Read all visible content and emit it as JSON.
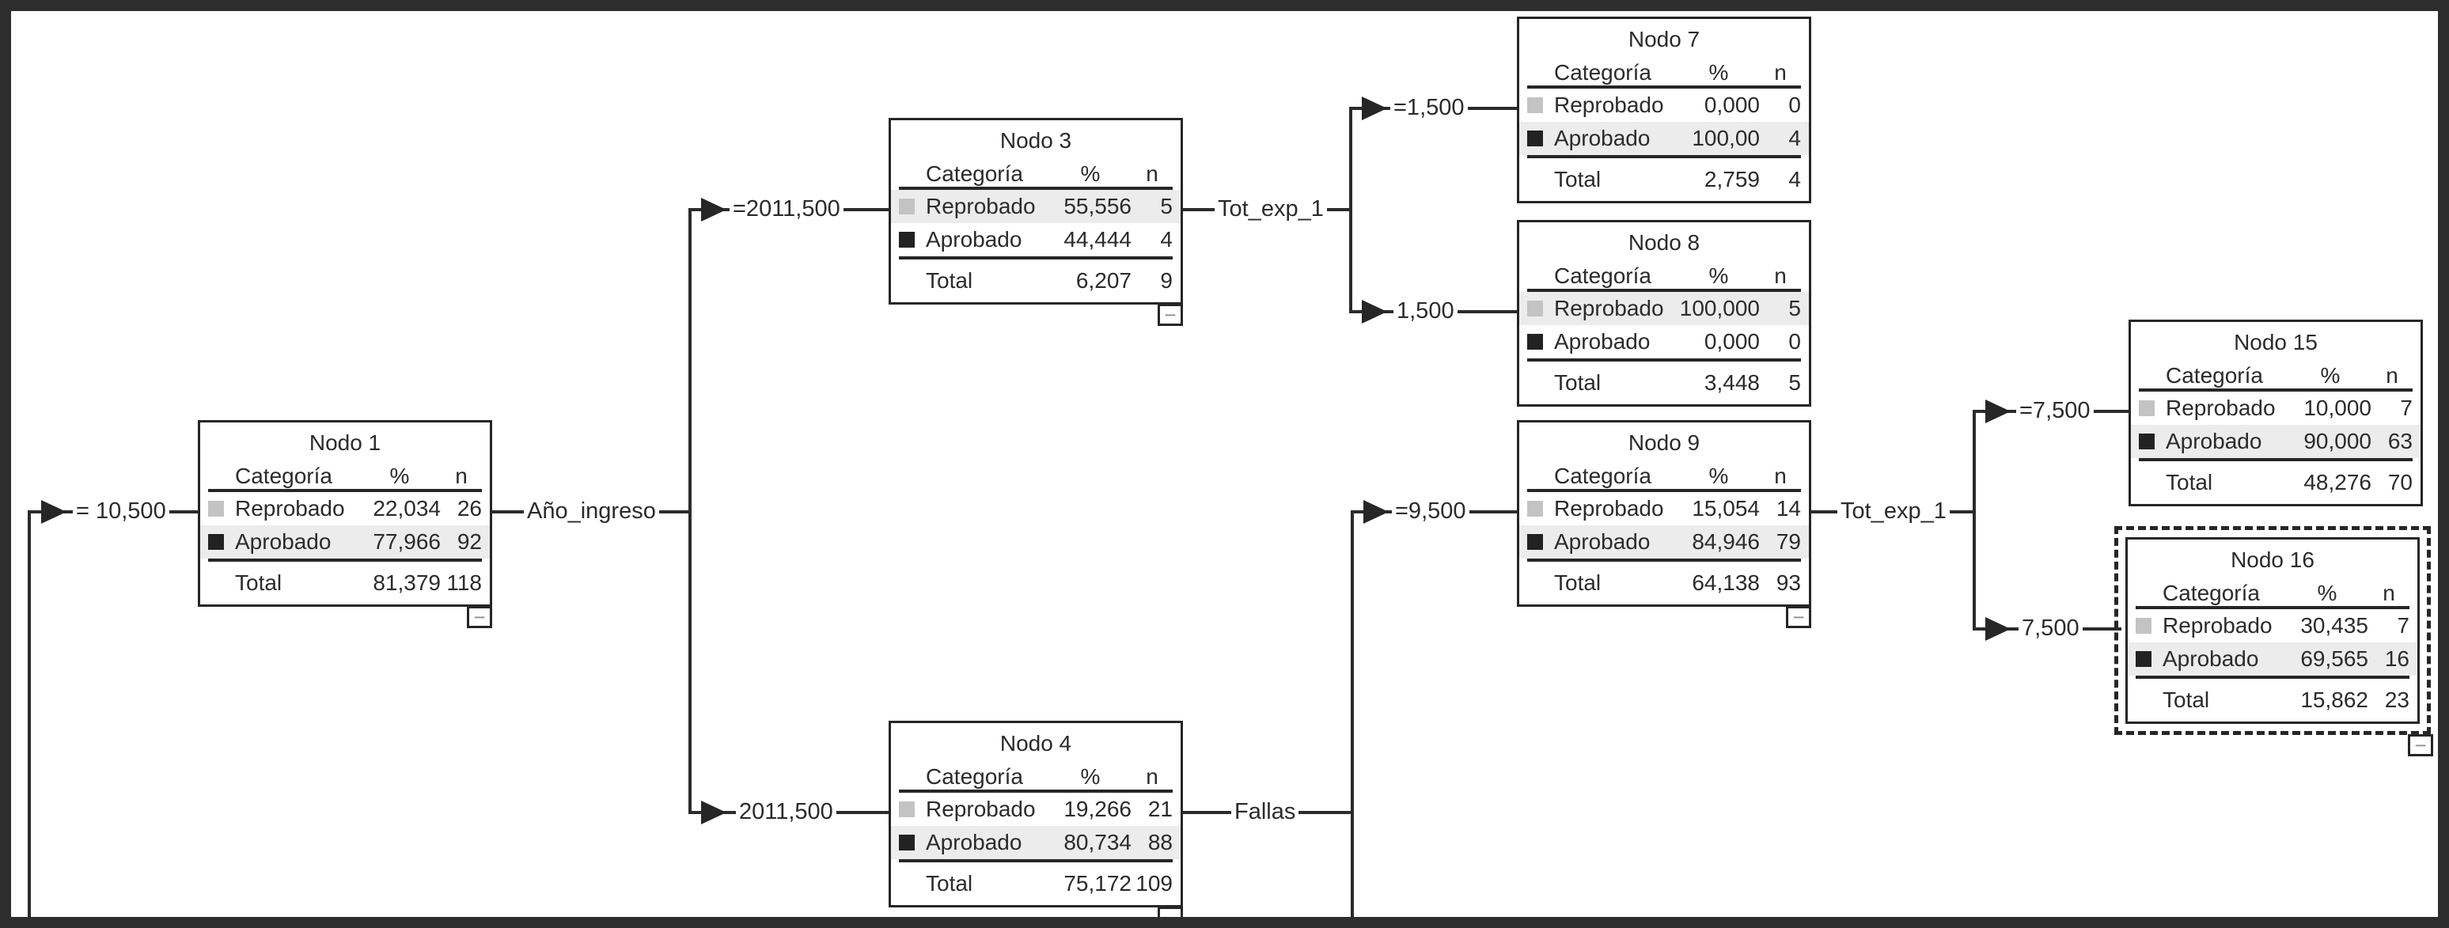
{
  "headers": {
    "category": "Categoría",
    "percent": "%",
    "n": "n"
  },
  "colors": {
    "ink": "#2b2b2b",
    "frame": "#2e2e2e",
    "row_highlight": "#ececec",
    "swatch_reprobado": "#c3c3c3",
    "swatch_aprobado": "#222222",
    "collapse_glyph": "#8f8f8f"
  },
  "nodes": [
    {
      "id": "nodo-1",
      "title": "Nodo 1",
      "rows": [
        {
          "category": "Reprobado",
          "pct": "22,034",
          "n": "26",
          "highlighted": false
        },
        {
          "category": "Aprobado",
          "pct": "77,966",
          "n": "92",
          "highlighted": true
        }
      ],
      "total": {
        "label": "Total",
        "pct": "81,379",
        "n": "118"
      },
      "collapse": "−",
      "selected": false
    },
    {
      "id": "nodo-3",
      "title": "Nodo 3",
      "rows": [
        {
          "category": "Reprobado",
          "pct": "55,556",
          "n": "5",
          "highlighted": true
        },
        {
          "category": "Aprobado",
          "pct": "44,444",
          "n": "4",
          "highlighted": false
        }
      ],
      "total": {
        "label": "Total",
        "pct": "6,207",
        "n": "9"
      },
      "collapse": "−",
      "selected": false
    },
    {
      "id": "nodo-4",
      "title": "Nodo 4",
      "rows": [
        {
          "category": "Reprobado",
          "pct": "19,266",
          "n": "21",
          "highlighted": false
        },
        {
          "category": "Aprobado",
          "pct": "80,734",
          "n": "88",
          "highlighted": true
        }
      ],
      "total": {
        "label": "Total",
        "pct": "75,172",
        "n": "109"
      },
      "collapse": "−",
      "selected": false
    },
    {
      "id": "nodo-7",
      "title": "Nodo 7",
      "rows": [
        {
          "category": "Reprobado",
          "pct": "0,000",
          "n": "0",
          "highlighted": false
        },
        {
          "category": "Aprobado",
          "pct": "100,00",
          "n": "4",
          "highlighted": true
        }
      ],
      "total": {
        "label": "Total",
        "pct": "2,759",
        "n": "4"
      },
      "collapse": null,
      "selected": false
    },
    {
      "id": "nodo-8",
      "title": "Nodo 8",
      "rows": [
        {
          "category": "Reprobado",
          "pct": "100,000",
          "n": "5",
          "highlighted": true
        },
        {
          "category": "Aprobado",
          "pct": "0,000",
          "n": "0",
          "highlighted": false
        }
      ],
      "total": {
        "label": "Total",
        "pct": "3,448",
        "n": "5"
      },
      "collapse": null,
      "selected": false
    },
    {
      "id": "nodo-9",
      "title": "Nodo 9",
      "rows": [
        {
          "category": "Reprobado",
          "pct": "15,054",
          "n": "14",
          "highlighted": false
        },
        {
          "category": "Aprobado",
          "pct": "84,946",
          "n": "79",
          "highlighted": true
        }
      ],
      "total": {
        "label": "Total",
        "pct": "64,138",
        "n": "93"
      },
      "collapse": "−",
      "selected": false
    },
    {
      "id": "nodo-15",
      "title": "Nodo 15",
      "rows": [
        {
          "category": "Reprobado",
          "pct": "10,000",
          "n": "7",
          "highlighted": false
        },
        {
          "category": "Aprobado",
          "pct": "90,000",
          "n": "63",
          "highlighted": true
        }
      ],
      "total": {
        "label": "Total",
        "pct": "48,276",
        "n": "70"
      },
      "collapse": null,
      "selected": false
    },
    {
      "id": "nodo-16",
      "title": "Nodo 16",
      "rows": [
        {
          "category": "Reprobado",
          "pct": "30,435",
          "n": "7",
          "highlighted": false
        },
        {
          "category": "Aprobado",
          "pct": "69,565",
          "n": "16",
          "highlighted": true
        }
      ],
      "total": {
        "label": "Total",
        "pct": "15,862",
        "n": "23"
      },
      "collapse": "−",
      "selected": true
    }
  ],
  "edges": {
    "root_in": "= 10,500",
    "n1_split": "Año_ingreso",
    "to_n3": "=2011,500",
    "to_n4": "2011,500",
    "n3_split": "Tot_exp_1",
    "to_n7": "=1,500",
    "to_n8": "1,500",
    "n4_split": "Fallas",
    "to_n9": "=9,500",
    "n9_split": "Tot_exp_1",
    "to_n15": "=7,500",
    "to_n16": "7,500"
  }
}
